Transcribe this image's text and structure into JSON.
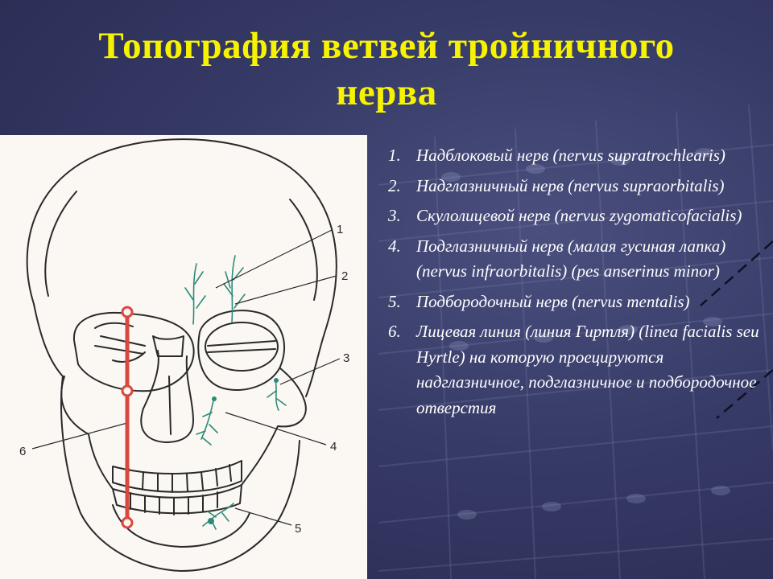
{
  "slide": {
    "title_line1": "Топография ветвей тройничного",
    "title_line2": "нерва",
    "items": [
      {
        "num": "1.",
        "text": "Надблоковый нерв (nervus supratrochlearis)"
      },
      {
        "num": "2.",
        "text": "Надглазничный нерв (nervus supraorbitalis)"
      },
      {
        "num": "3.",
        "text": "Скулолицевой нерв (nervus zygomaticofacialis)"
      },
      {
        "num": "4.",
        "text": "Подглазничный нерв (малая гусиная лапка) (nervus infraorbitalis) (pes anserinus minor)"
      },
      {
        "num": "5.",
        "text": "Подбородочный нерв (nervus mentalis)"
      },
      {
        "num": "6.",
        "text": "Лицевая линия (линия Гиртля) (linea facialis seu Hyrtle) на которую проецируются надглазничное, подглазничное и подбородочное отверстия"
      }
    ]
  },
  "figure": {
    "labels": [
      "1",
      "2",
      "3",
      "4",
      "5",
      "6"
    ],
    "colors": {
      "nerve": "#2e8a78",
      "facial_line": "#d9473f",
      "outline": "#2a2a2a"
    }
  }
}
